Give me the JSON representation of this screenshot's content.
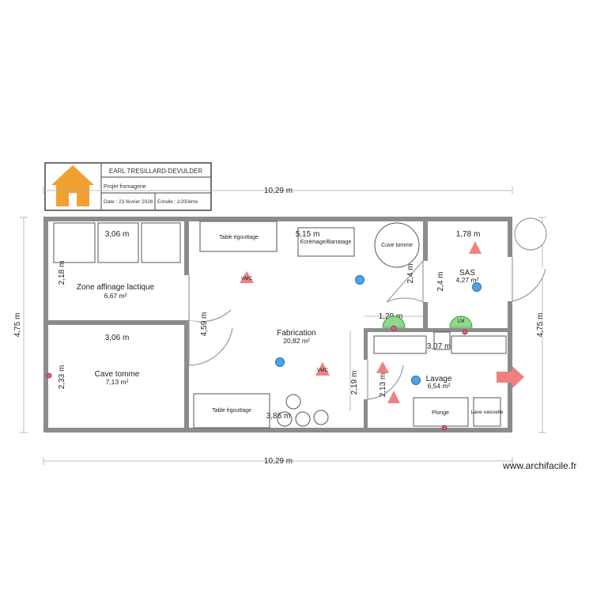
{
  "title_block": {
    "company": "EARL TRESILLARD-DEVULDER",
    "project": "Projet fromagerie",
    "date": "Date : 23 février 2026",
    "scale": "Echelle : 1/200ème"
  },
  "dimensions": {
    "top_total": "10,29 m",
    "bottom_total": "10,29 m",
    "left_height": "4,75 m",
    "right_height": "4,75 m",
    "zone_affinage_width": "3,06 m",
    "zone_affinage_height": "2,18 m",
    "cave_tomme_width": "3,06 m",
    "cave_tomme_height": "2,33 m",
    "fabrication_width_top": "5,15 m",
    "fabrication_width_bottom": "3,86 m",
    "fabrication_height": "4,59 m",
    "fab_door_depth": "2,4 m",
    "passage_width": "1,29 m",
    "passage_height": "2,19 m",
    "sas_width": "1,78 m",
    "sas_height": "2,4 m",
    "lavage_width": "3,07 m",
    "lavage_height": "2,13 m"
  },
  "rooms": {
    "zone_affinage": {
      "name": "Zone affinage lactique",
      "area": "6,67 m²"
    },
    "cave_tomme": {
      "name": "Cave tomme",
      "area": "7,13 m²"
    },
    "fabrication": {
      "name": "Fabrication",
      "area": "20,82 m²"
    },
    "sas": {
      "name": "SAS",
      "area": "4,27 m²"
    },
    "lavage": {
      "name": "Lavage",
      "area": "6,54 m²"
    }
  },
  "furniture": {
    "table_top": "Table égouttage",
    "table_bottom": "Table égouttage",
    "ecremage": "Ecrémage/Barratage",
    "cuve": "Cuve tomme",
    "plonge": "Plonge",
    "lave_vaisselle": "Lave vaisselle"
  },
  "symbols": {
    "vmc_1": "VMC",
    "vmc_2": "VMC",
    "lm": "LM"
  },
  "colors": {
    "wall": "#8c8c8c",
    "house_icon": "#f0a030",
    "water_point": "#4ea3e6",
    "vmc_triangle": "#f08080",
    "lm_symbol": "#8fd98f",
    "outlet": "#d9607a",
    "exit_arrow": "#f08080"
  },
  "icons": [
    "house-icon",
    "exit-arrow-icon"
  ],
  "watermark": "www.archifacile.fr"
}
